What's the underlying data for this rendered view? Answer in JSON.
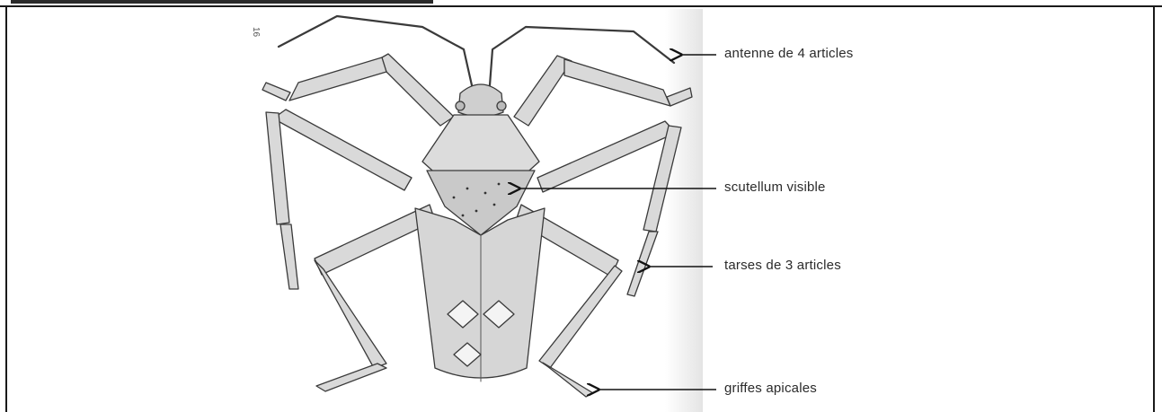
{
  "figure": {
    "background": "#ffffff",
    "line_color": "#3a3a3a",
    "arrow_color": "#111111"
  },
  "labels": {
    "antenna": "antenne de 4 articles",
    "scutellum": "scutellum visible",
    "tarsus": "tarses de 3 articles",
    "claws": "griffes apicales"
  }
}
